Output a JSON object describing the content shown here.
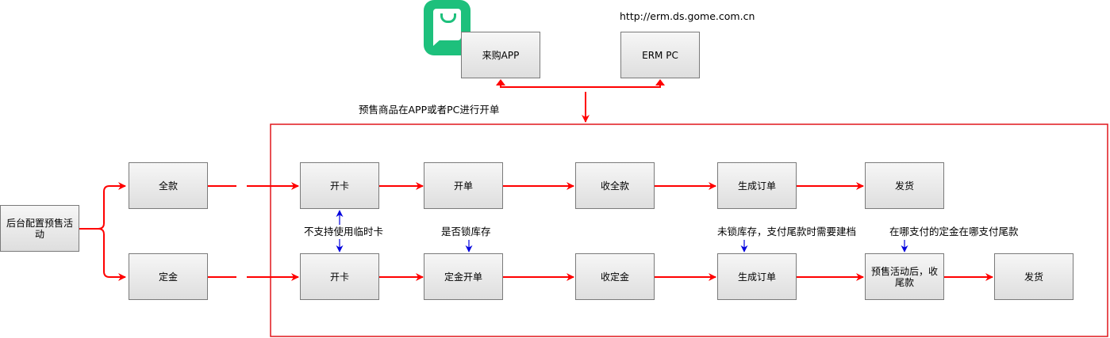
{
  "top": {
    "url": "http://erm.ds.gome.com.cn",
    "laigou_app": "来购APP",
    "erm_pc": "ERM PC",
    "caption": "预售商品在APP或者PC进行开单"
  },
  "config_box": "后台配置预售活动",
  "full_row": {
    "entry": "全款",
    "steps": [
      "开卡",
      "开单",
      "收全款",
      "生成订单",
      "发货"
    ]
  },
  "deposit_row": {
    "entry": "定金",
    "steps": [
      "开卡",
      "定金开单",
      "收定金",
      "生成订单",
      "预售活动后，收尾款",
      "发货"
    ]
  },
  "notes": {
    "temp_card": "不支持使用临时卡",
    "lock_stock": "是否锁库存",
    "unlocked_stock": "未锁库存，支付尾款时需要建档",
    "pay_location": "在哪支付的定金在哪支付尾款"
  },
  "colors": {
    "flow_arrow": "#ff0000",
    "note_arrow": "#0000dd",
    "frame": "#e0161b",
    "app_icon": "#1dc07c"
  },
  "icons": [
    "shopping-bag-app-icon"
  ]
}
